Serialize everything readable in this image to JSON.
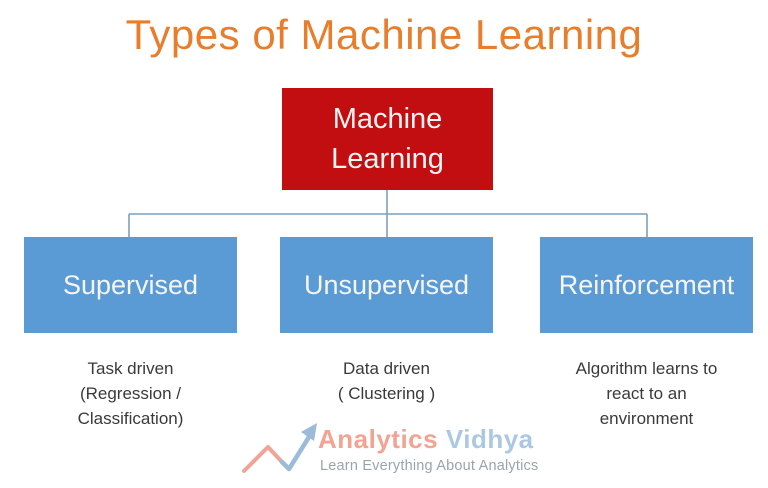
{
  "title": "Types of Machine Learning",
  "root": {
    "label": "Machine\nLearning"
  },
  "branches": [
    {
      "label": "Supervised",
      "description": "Task driven\n(Regression /\nClassification)"
    },
    {
      "label": "Unsupervised",
      "description": "Data driven\n( Clustering )"
    },
    {
      "label": "Reinforcement",
      "description": "Algorithm learns to\nreact to an\nenvironment"
    }
  ],
  "logo": {
    "brand_first": "Analytics",
    "brand_second": "Vidhya",
    "tagline": "Learn Everything About Analytics"
  },
  "colors": {
    "title_orange": "#E87E2B",
    "root_red": "#C20E10",
    "branch_blue": "#5B9BD5",
    "connector_line": "#7E9EB8",
    "description_text": "#3A3A3A",
    "logo_salmon": "#F2A392",
    "logo_light_blue": "#ABC8E2",
    "logo_tagline_gray": "#99A4AC"
  }
}
